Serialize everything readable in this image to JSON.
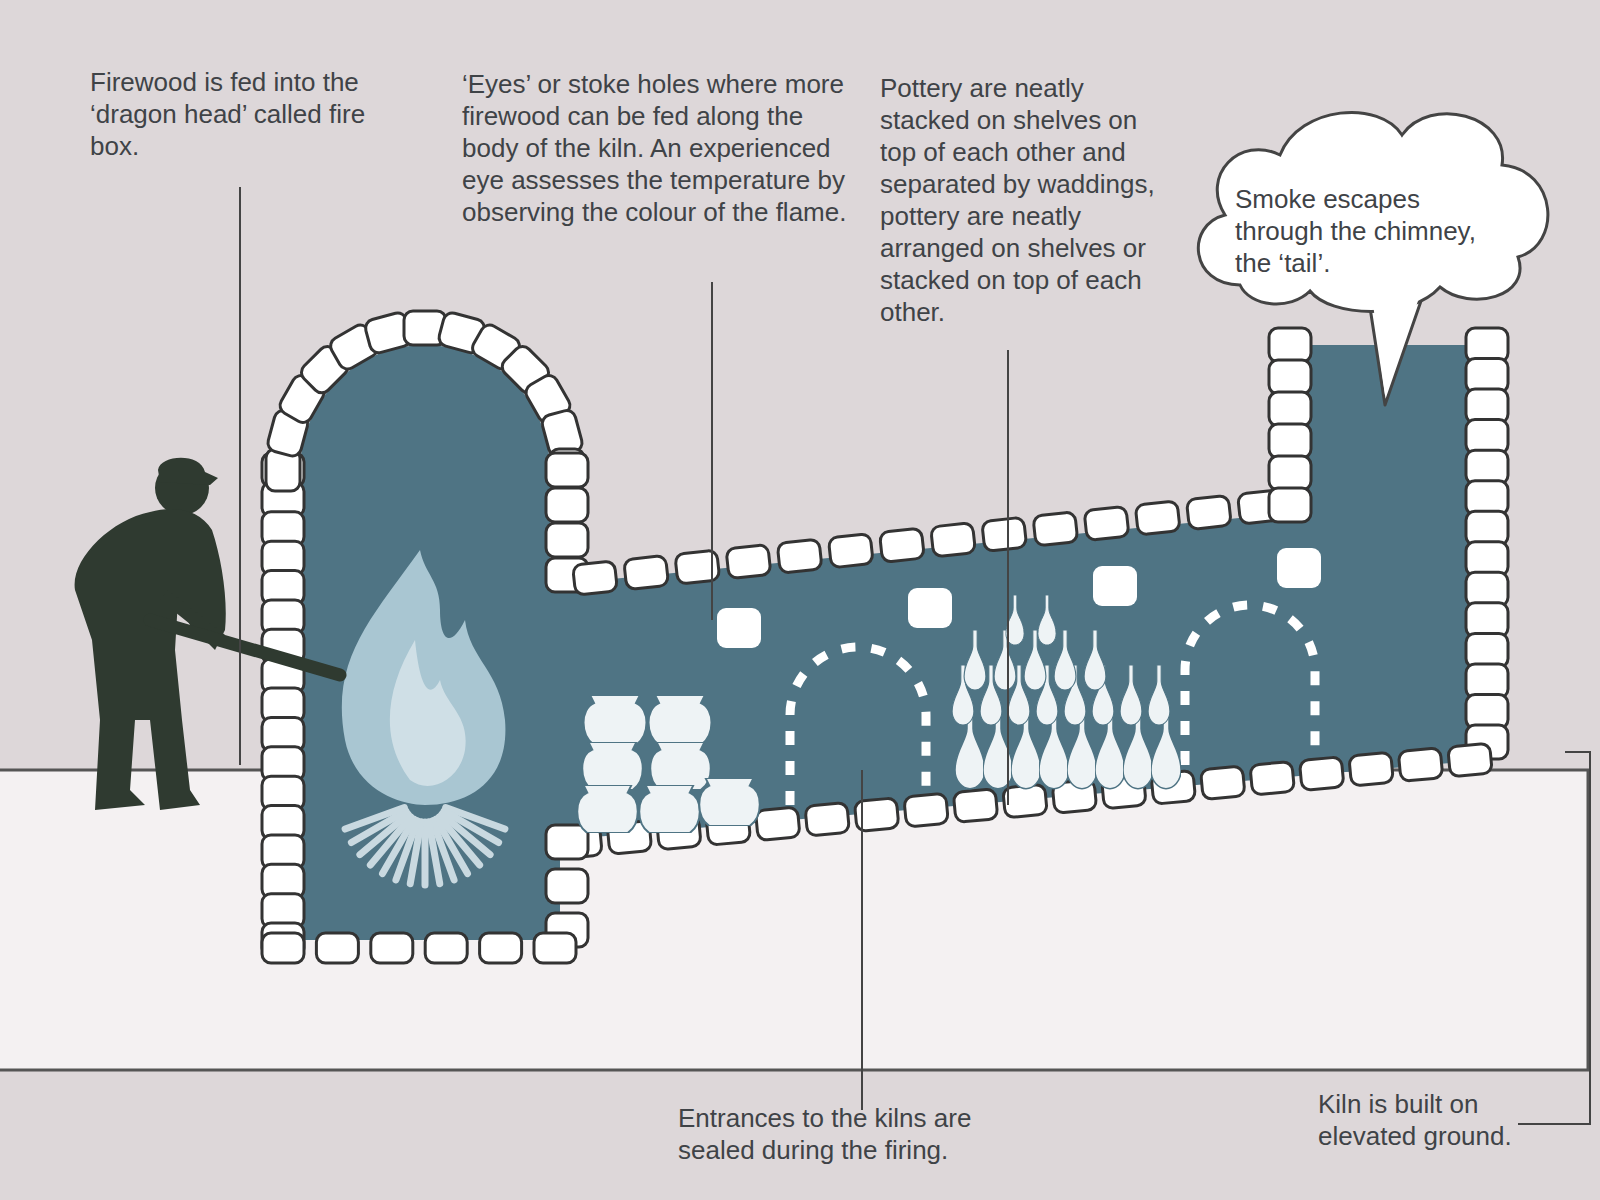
{
  "diagram": {
    "nodes": [
      {
        "text": [
          "Smoke escapes through the chimney, the ‘tail’."
        ]
      }
    ],
    "labels": [
      "Firewood is fed into the ‘dragon head’ called fire box.",
      "‘Eyes’ or stoke holes where more firewood can be fed along the body of the kiln. An experienced eye assesses the temperature by observing the colour of the flame.",
      "Pottery are neatly stacked on shelves on top of each other and separated by waddings, pottery are neatly arranged on shelves or stacked on top of each other.",
      "Entrances to the kilns are sealed during the firing.",
      "Kiln is built on elevated ground."
    ]
  }
}
